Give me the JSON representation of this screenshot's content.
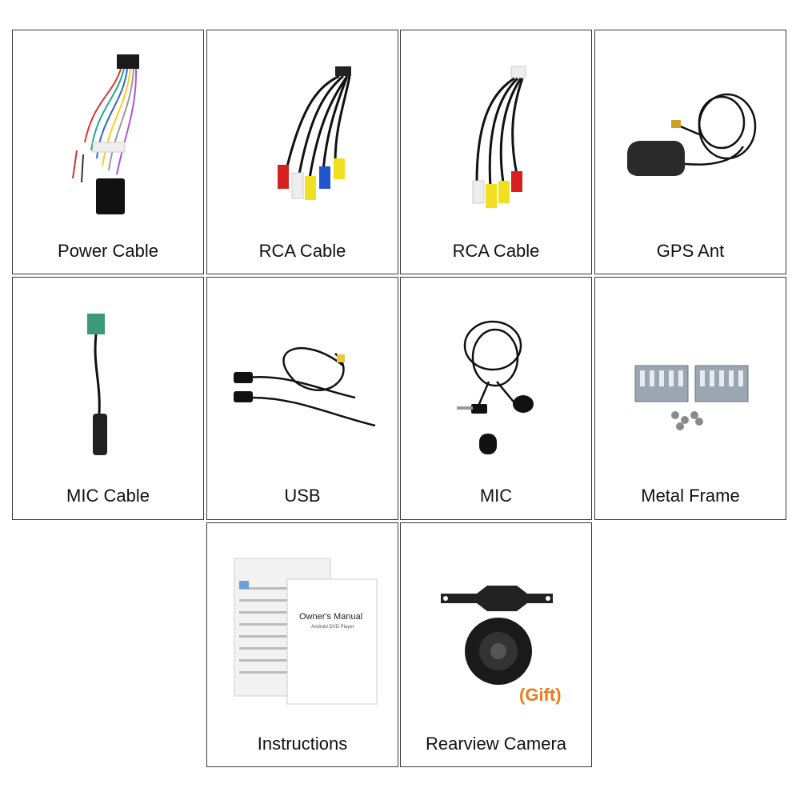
{
  "items": [
    {
      "label": "Power Cable"
    },
    {
      "label": "RCA Cable"
    },
    {
      "label": "RCA Cable"
    },
    {
      "label": "GPS Ant"
    },
    {
      "label": "MIC Cable"
    },
    {
      "label": "USB"
    },
    {
      "label": "MIC"
    },
    {
      "label": "Metal Frame"
    },
    {
      "label": "Instructions",
      "manual_title": "Owner's Manual",
      "manual_subtitle": "Android DVD Player"
    },
    {
      "label": "Rearview Camera",
      "badge": "(Gift)"
    }
  ],
  "colors": {
    "border": "#3a3a3a",
    "gift": "#f07a1a"
  }
}
